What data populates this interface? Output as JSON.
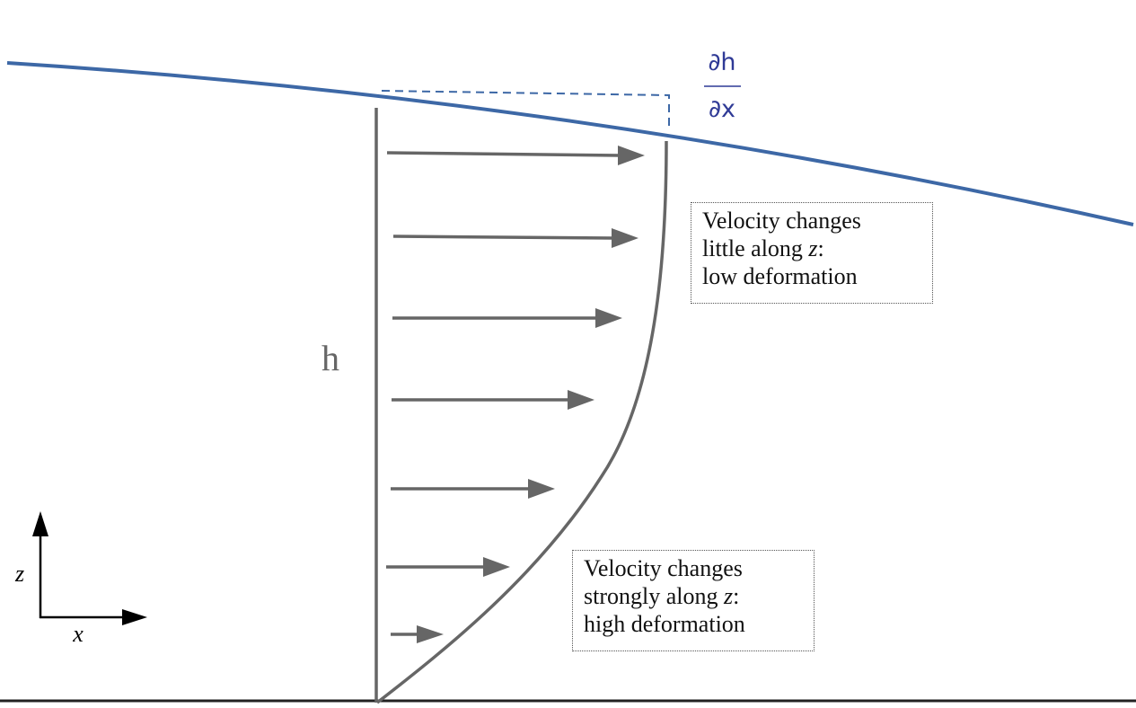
{
  "colors": {
    "surface": "#3d68a6",
    "slope_label": "#2f3a96",
    "profile": "#666666",
    "arrows": "#666666",
    "ground": "#222222",
    "axes": "#000000",
    "text": "#111111"
  },
  "slope_label": {
    "numerator": "∂h",
    "denominator": "∂x"
  },
  "thickness_label": "h",
  "callout_top": {
    "line1": "Velocity changes",
    "line2_prefix": "little along ",
    "line2_var": "z",
    "line2_suffix": ":",
    "line3": "low deformation"
  },
  "callout_bottom": {
    "line1": "Velocity changes",
    "line2_prefix": "strongly along ",
    "line2_var": "z",
    "line2_suffix": ":",
    "line3": "high deformation"
  },
  "axes": {
    "x_label": "x",
    "z_label": "z"
  },
  "icons": {
    "velocity_arrow": "right-arrow-icon",
    "axis_arrow": "arrowhead-icon"
  }
}
